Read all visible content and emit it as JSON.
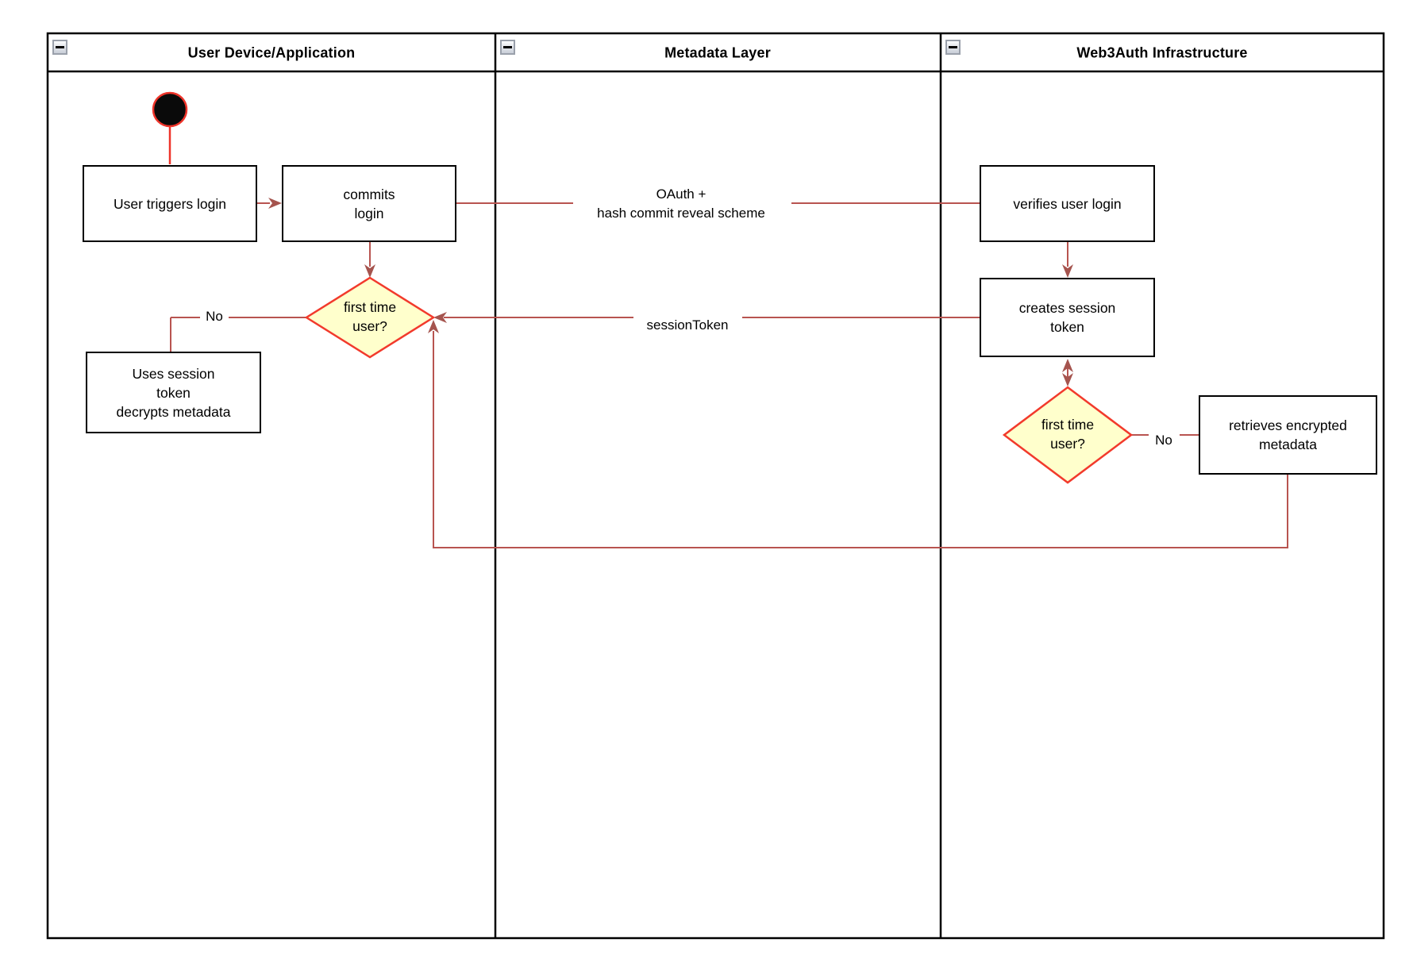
{
  "diagram": {
    "type": "uml-activity-swimlane",
    "lanes": [
      {
        "title": "User Device/Application",
        "icon": "collapse-minus-icon"
      },
      {
        "title": "Metadata Layer",
        "icon": "collapse-minus-icon"
      },
      {
        "title": "Web3Auth Infrastructure",
        "icon": "collapse-minus-icon"
      }
    ],
    "nodes": {
      "start": {
        "type": "initial-node"
      },
      "user_triggers": {
        "label": "User triggers login"
      },
      "commits": {
        "label": "commits\nlogin"
      },
      "first_time_user_1": {
        "label": "first time\nuser?"
      },
      "uses_session": {
        "label": "Uses session\ntoken\ndecrypts metadata"
      },
      "verifies": {
        "label": "verifies user login"
      },
      "creates_session": {
        "label": "creates session\ntoken"
      },
      "first_time_user_2": {
        "label": "first time\nuser?"
      },
      "retrieves": {
        "label": "retrieves encrypted\nmetadata"
      }
    },
    "edges": {
      "oauth_label": "OAuth +\nhash commit reveal scheme",
      "session_token_label": "sessionToken",
      "no_label_left": "No",
      "no_label_right": "No"
    },
    "colors": {
      "connector": "#b85450",
      "arrowhead": "#a5544e",
      "accent_red": "#ee342a",
      "decision_fill": "#ffffcc",
      "decision_border": "#f23a2c",
      "node_border": "#000000",
      "node_fill": "#ffffff",
      "icon_border": "#9aa0ab"
    }
  }
}
